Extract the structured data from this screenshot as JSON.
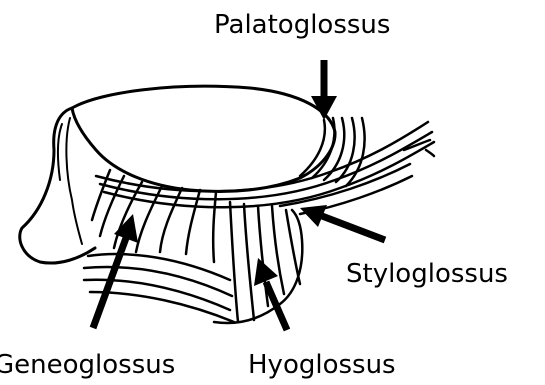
{
  "labels": {
    "palatoglossus": "Palatoglossus",
    "styloglossus": "Styloglossus",
    "geneoglossus": "Geneoglossus",
    "hyoglossus": "Hyoglossus"
  },
  "colors": {
    "ink": "#000000",
    "background": "#ffffff"
  }
}
